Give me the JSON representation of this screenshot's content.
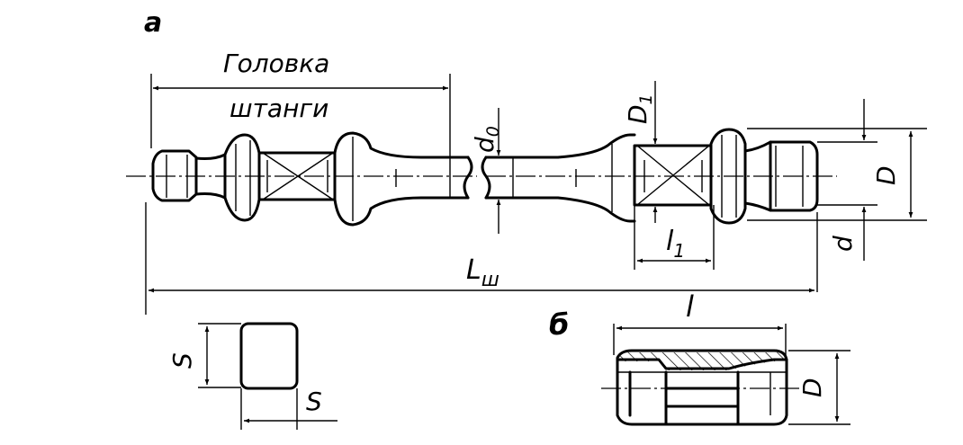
{
  "labels": {
    "part_a": "а",
    "part_b": "б",
    "head_line1": "Головка",
    "head_line2": "штанги",
    "d0": "d",
    "d0_sub": "0",
    "D1": "D",
    "D1_sub": "1",
    "D": "D",
    "d": "d",
    "l1": "l",
    "l1_sub": "1",
    "Lsh": "L",
    "Lsh_sub": "ш",
    "S_vertical": "S",
    "S_horizontal": "S",
    "l_coupling": "l",
    "D_coupling": "D"
  }
}
